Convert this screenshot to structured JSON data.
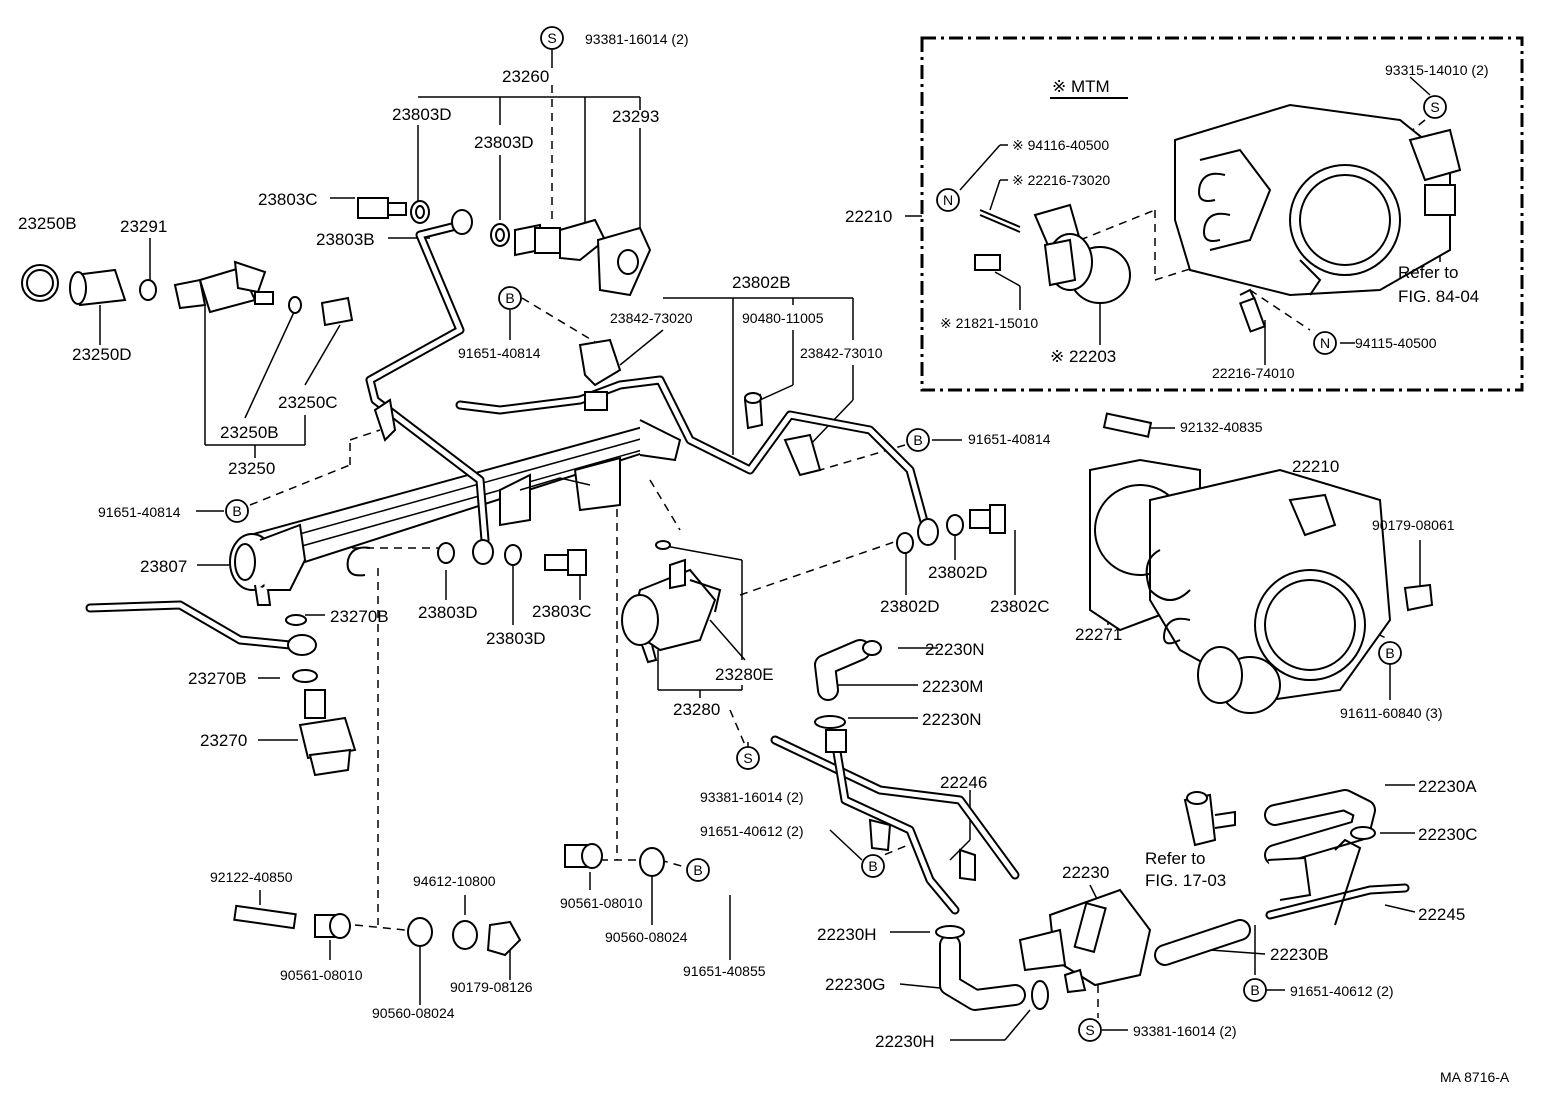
{
  "diagram": {
    "box_title": "※ MTM",
    "drawing_code": "MA  8716-A",
    "labels": {
      "p93381_16014_top": "93381-16014 (2)",
      "p23260": "23260",
      "p23803D_a": "23803D",
      "p23803D_b": "23803D",
      "p23293": "23293",
      "p23803C_top": "23803C",
      "p23803B": "23803B",
      "p23250B_left": "23250B",
      "p23291": "23291",
      "p23250D": "23250D",
      "p23250C": "23250C",
      "p23250B_mid": "23250B",
      "p23250": "23250",
      "p91651_40814_left": "91651-40814",
      "p91651_40814_top": "91651-40814",
      "p23802B": "23802B",
      "p23842_73020": "23842-73020",
      "p90480_11005": "90480-11005",
      "p23842_73010": "23842-73010",
      "p91651_40814_right": "91651-40814",
      "p23807": "23807",
      "p23270B_a": "23270B",
      "p23270B_b": "23270B",
      "p23270": "23270",
      "p23803D_c": "23803D",
      "p23803D_d": "23803D",
      "p23803C_mid": "23803C",
      "p23802D_a": "23802D",
      "p23802D_b": "23802D",
      "p23802C": "23802C",
      "p23280E": "23280E",
      "p23280": "23280",
      "p93381_16014_mid": "93381-16014 (2)",
      "p22210_box": "22210",
      "p94116_40500": "※ 94116-40500",
      "p22216_73020": "※ 22216-73020",
      "p21821_15010": "※ 21821-15010",
      "p22203": "※ 22203",
      "p22216_74010": "22216-74010",
      "p94115_40500": "94115-40500",
      "p93315_14010": "93315-14010 (2)",
      "refer_84_a": "Refer to",
      "refer_84_b": "FIG. 84-04",
      "p92132_40835": "92132-40835",
      "p22210_main": "22210",
      "p90179_08061": "90179-08061",
      "p22271": "22271",
      "p91611_60840": "91611-60840 (3)",
      "p22230N_a": "22230N",
      "p22230M": "22230M",
      "p22230N_b": "22230N",
      "p22246": "22246",
      "p91651_40612_left": "91651-40612 (2)",
      "p22230A": "22230A",
      "p22230C": "22230C",
      "refer_17_a": "Refer to",
      "refer_17_b": "FIG. 17-03",
      "p22245": "22245",
      "p22230": "22230",
      "p22230H_a": "22230H",
      "p22230G": "22230G",
      "p22230H_b": "22230H",
      "p22230B": "22230B",
      "p91651_40612_right": "91651-40612 (2)",
      "p93381_16014_bot": "93381-16014 (2)",
      "p92122_40850": "92122-40850",
      "p90561_08010_a": "90561-08010",
      "p90560_08024_a": "90560-08024",
      "p94612_10800": "94612-10800",
      "p90179_08126": "90179-08126",
      "p90561_08010_b": "90561-08010",
      "p90560_08024_b": "90560-08024",
      "p91651_40855": "91651-40855"
    },
    "symbols": {
      "S": "S",
      "B": "B",
      "N": "N"
    }
  }
}
